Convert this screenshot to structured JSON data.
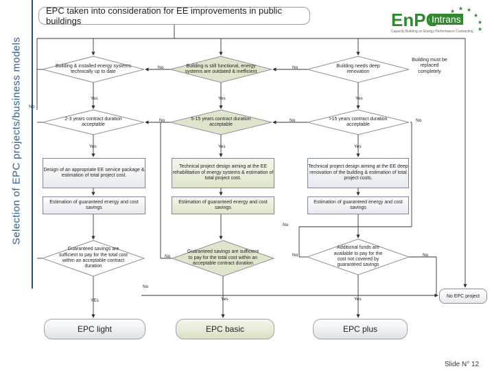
{
  "side_title": "Selection of EPC projects/business models",
  "header": "EPC taken into consideration for EE improvements in public buildings",
  "logo": {
    "main": "EnPC",
    "sub": "Intrans",
    "tagline": "Capacity Building on Energy Performance Contracting"
  },
  "decisions": {
    "d1": "Building & installed energy systems technically up to date",
    "d2": "Building is still functional, energy systems are outdated & inefficient",
    "d3": "Building needs deep renovation",
    "d4": "2-3 years contract duration acceptable",
    "d5": "5-15 years contract duration acceptable",
    "d6": ">15 years contract duration acceptable",
    "d7": "Guaranteed savings are sufficient to pay for the total cost within an acceptable contract duration",
    "d8": "Guaranteed savings are sufficient to pay for the total cost within an acceptable contract duration",
    "d9": "Additional funds are available to pay for the cost not covered by guaranteed savings"
  },
  "replace_text": "Building must be replaced completely",
  "boxes": {
    "b1": "Design of an appropriate EE service package & estimation of total project cost.",
    "b2": "Technical project design aiming at the EE rehabilitation of energy systems & estimation of total project cost.",
    "b3": "Technical project design aiming at the EE deep renovation of the building & estimation of total project costs.",
    "e1": "Estimation of guaranteed energy and cost savings",
    "e2": "Estimation of guaranteed energy and cost savings",
    "e3": "Estimation of guaranteed energy and cost savings"
  },
  "answers": {
    "no1": "No",
    "no2": "No",
    "no3": "No",
    "no4": "No",
    "no5": "No",
    "no6": "No",
    "no7": "No",
    "no8": "No",
    "no9": "No",
    "no10": "No",
    "no11": "No",
    "yes1": "Yes",
    "yes2": "Yes",
    "yes3": "Yes",
    "yes4": "Yes",
    "yes5": "Yes",
    "yes6": "Yes",
    "yes7": "YEs",
    "yes8": "Yes",
    "yes9": "Yes"
  },
  "outcomes": {
    "light": "EPC light",
    "basic": "EPC basic",
    "plus": "EPC plus",
    "none": "No EPC project"
  },
  "slide": "Slide N° 12"
}
